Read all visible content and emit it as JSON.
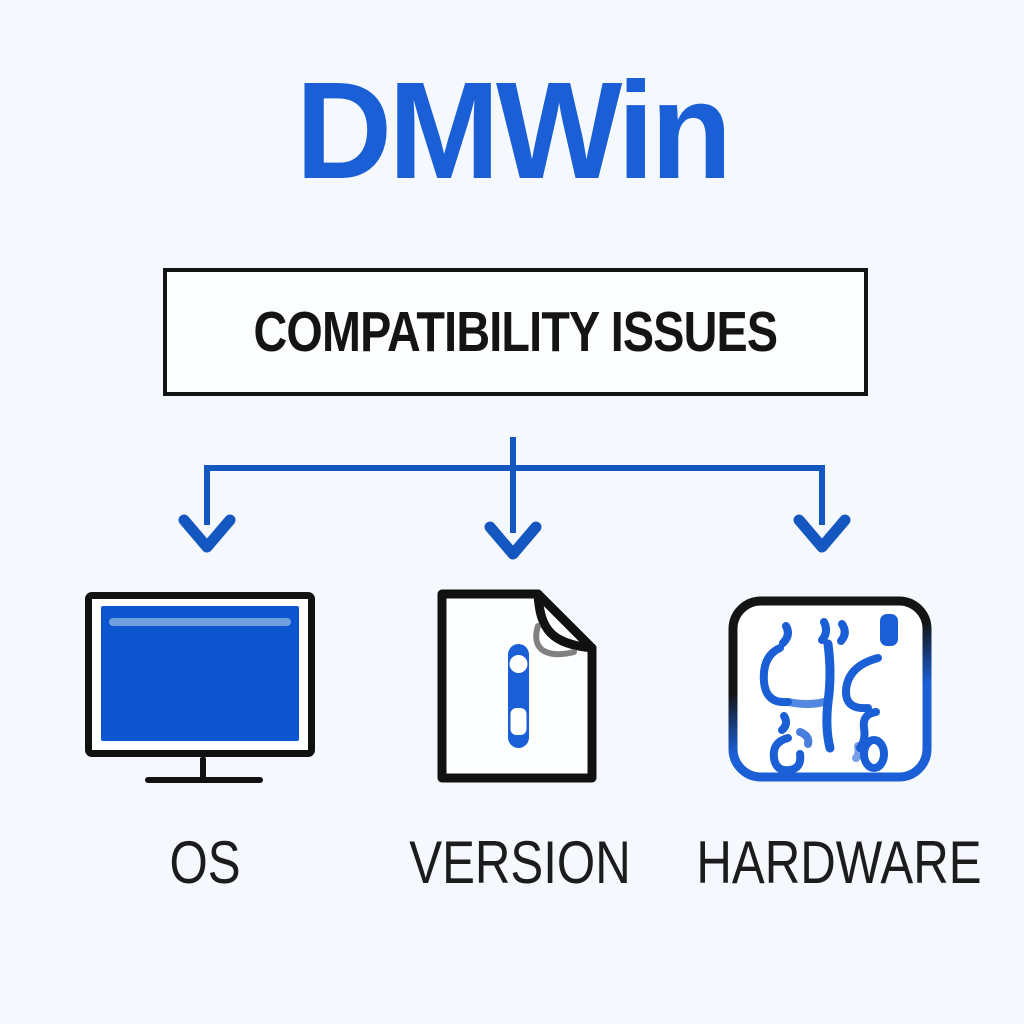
{
  "title": "DMWin",
  "root_box": {
    "label": "COMPATIBILITY ISSUES"
  },
  "branches": [
    {
      "label": "OS",
      "icon": "monitor-icon"
    },
    {
      "label": "VERSION",
      "icon": "document-icon"
    },
    {
      "label": "HARDWARE",
      "icon": "circuit-icon"
    }
  ],
  "colors": {
    "accent": "#1a5fd6",
    "arrow": "#1557c0",
    "ink": "#141414",
    "background": "#f5f8fc",
    "screen": "#0d56d0",
    "screen_stripe": "#6fa0dd"
  }
}
